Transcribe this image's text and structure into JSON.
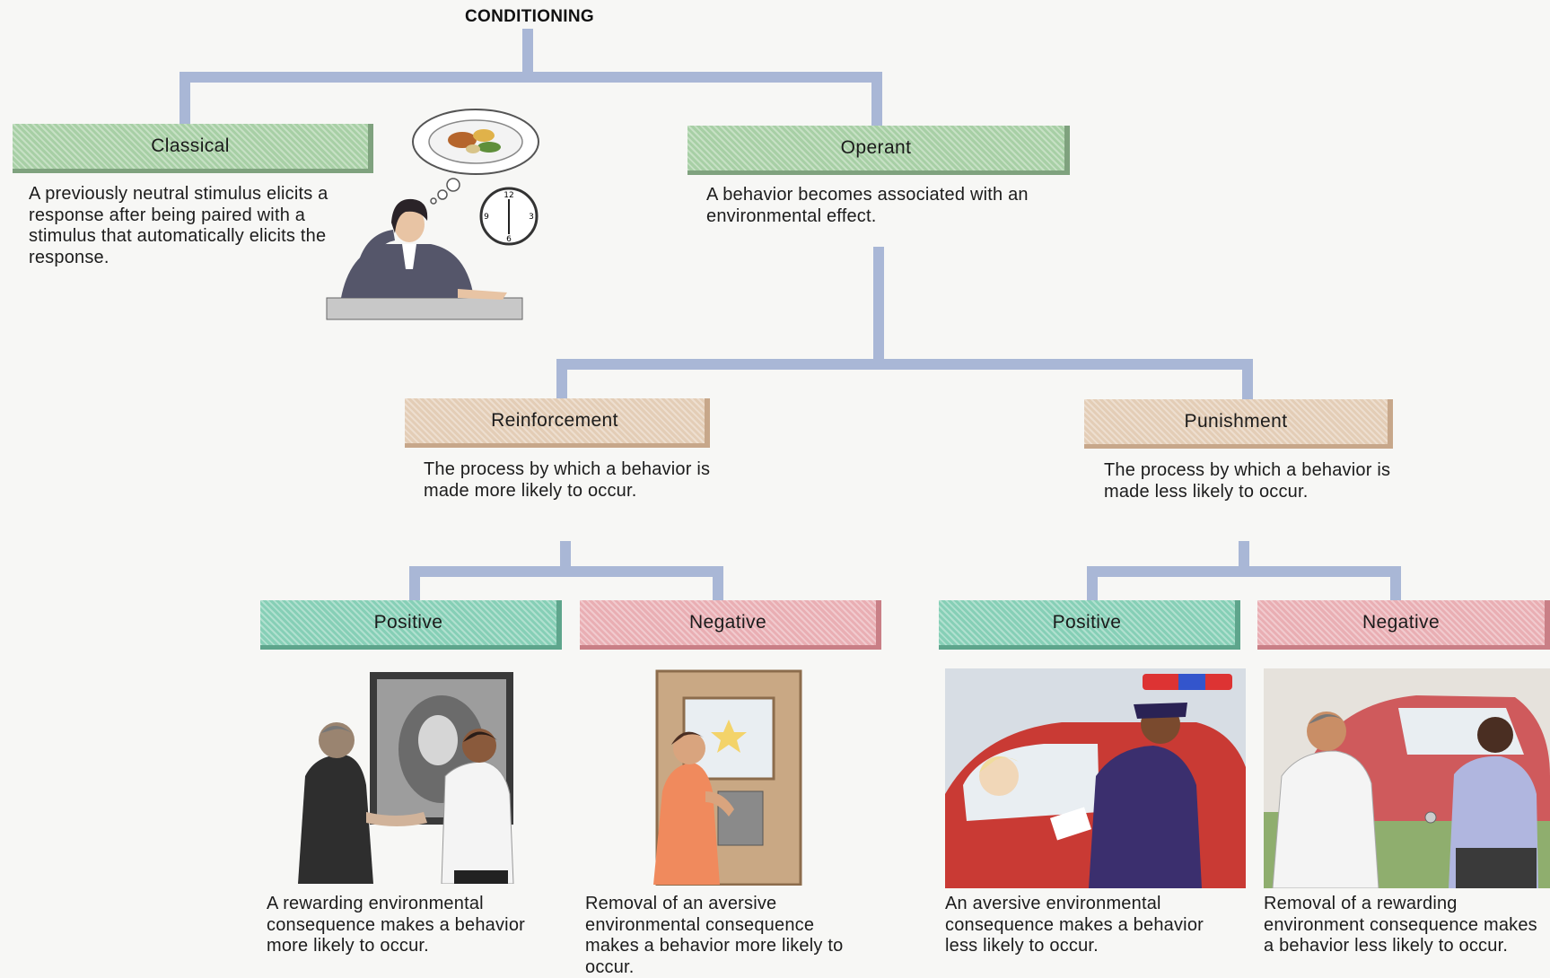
{
  "title": "CONDITIONING",
  "classical": {
    "label": "Classical",
    "description": "A previously neutral stimulus elicits a response after being paired with a stimulus that automatically elicits the response."
  },
  "operant": {
    "label": "Operant",
    "description": "A behavior becomes associated with an environmental effect."
  },
  "reinforcement": {
    "label": "Reinforcement",
    "description": "The process by which a behavior is made more likely to occur.",
    "positive": {
      "label": "Positive",
      "description": "A rewarding environmental consequence makes a behavior more likely to occur."
    },
    "negative": {
      "label": "Negative",
      "description": "Removal of an aversive environmental consequence makes a behavior more likely to occur."
    }
  },
  "punishment": {
    "label": "Punishment",
    "description": "The process by which a behavior is made less likely to occur.",
    "positive": {
      "label": "Positive",
      "description": "An aversive environmental consequence makes a behavior less likely to occur."
    },
    "negative": {
      "label": "Negative",
      "description": "Removal of a rewarding environment consequence makes a behavior less likely to occur."
    }
  },
  "colors": {
    "connector": "#a9b7d6",
    "classical_operant_box": "#a7cfa5",
    "reinforcement_punishment_box": "#e3cdb6",
    "positive_box": "#86cfb6",
    "negative_box": "#e9aeb3"
  },
  "illustrations": [
    "woman-thinking-of-food-illustration",
    "clock-icon",
    "handshake-award-illustration",
    "child-at-door-illustration",
    "police-ticket-illustration",
    "car-keys-illustration"
  ]
}
